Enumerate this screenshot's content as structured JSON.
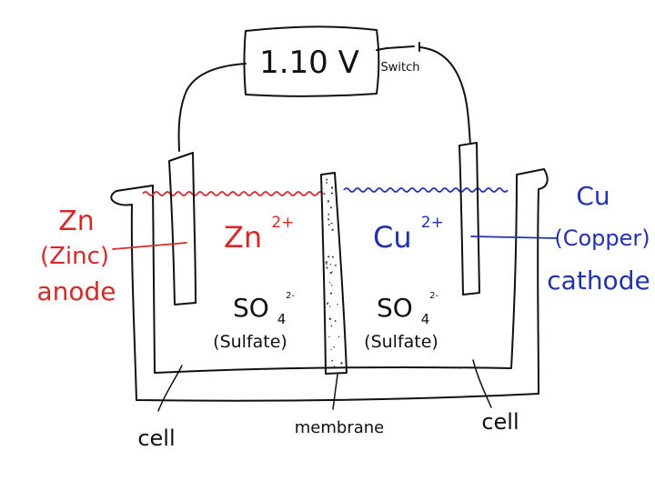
{
  "colors": {
    "ink": "#111111",
    "zinc_side": "#d42a2a",
    "copper_side": "#2233aa",
    "background": "#ffffff"
  },
  "voltmeter": {
    "reading": "1.10 V"
  },
  "switch": {
    "label": "Switch"
  },
  "anode": {
    "symbol": "Zn",
    "name": "(Zinc)",
    "role": "anode"
  },
  "cathode": {
    "symbol": "Cu",
    "name": "(Copper)",
    "role": "cathode"
  },
  "left_cell": {
    "ion_symbol": "Zn",
    "ion_charge": "2+",
    "anion_formula": "SO",
    "anion_sub": "4",
    "anion_charge": "2-",
    "anion_name": "(Sulfate)"
  },
  "right_cell": {
    "ion_symbol": "Cu",
    "ion_charge": "2+",
    "anion_formula": "SO",
    "anion_sub": "4",
    "anion_charge": "2-",
    "anion_name": "(Sulfate)"
  },
  "labels": {
    "cell_left": "cell",
    "membrane": "membrane",
    "cell_right": "cell"
  }
}
